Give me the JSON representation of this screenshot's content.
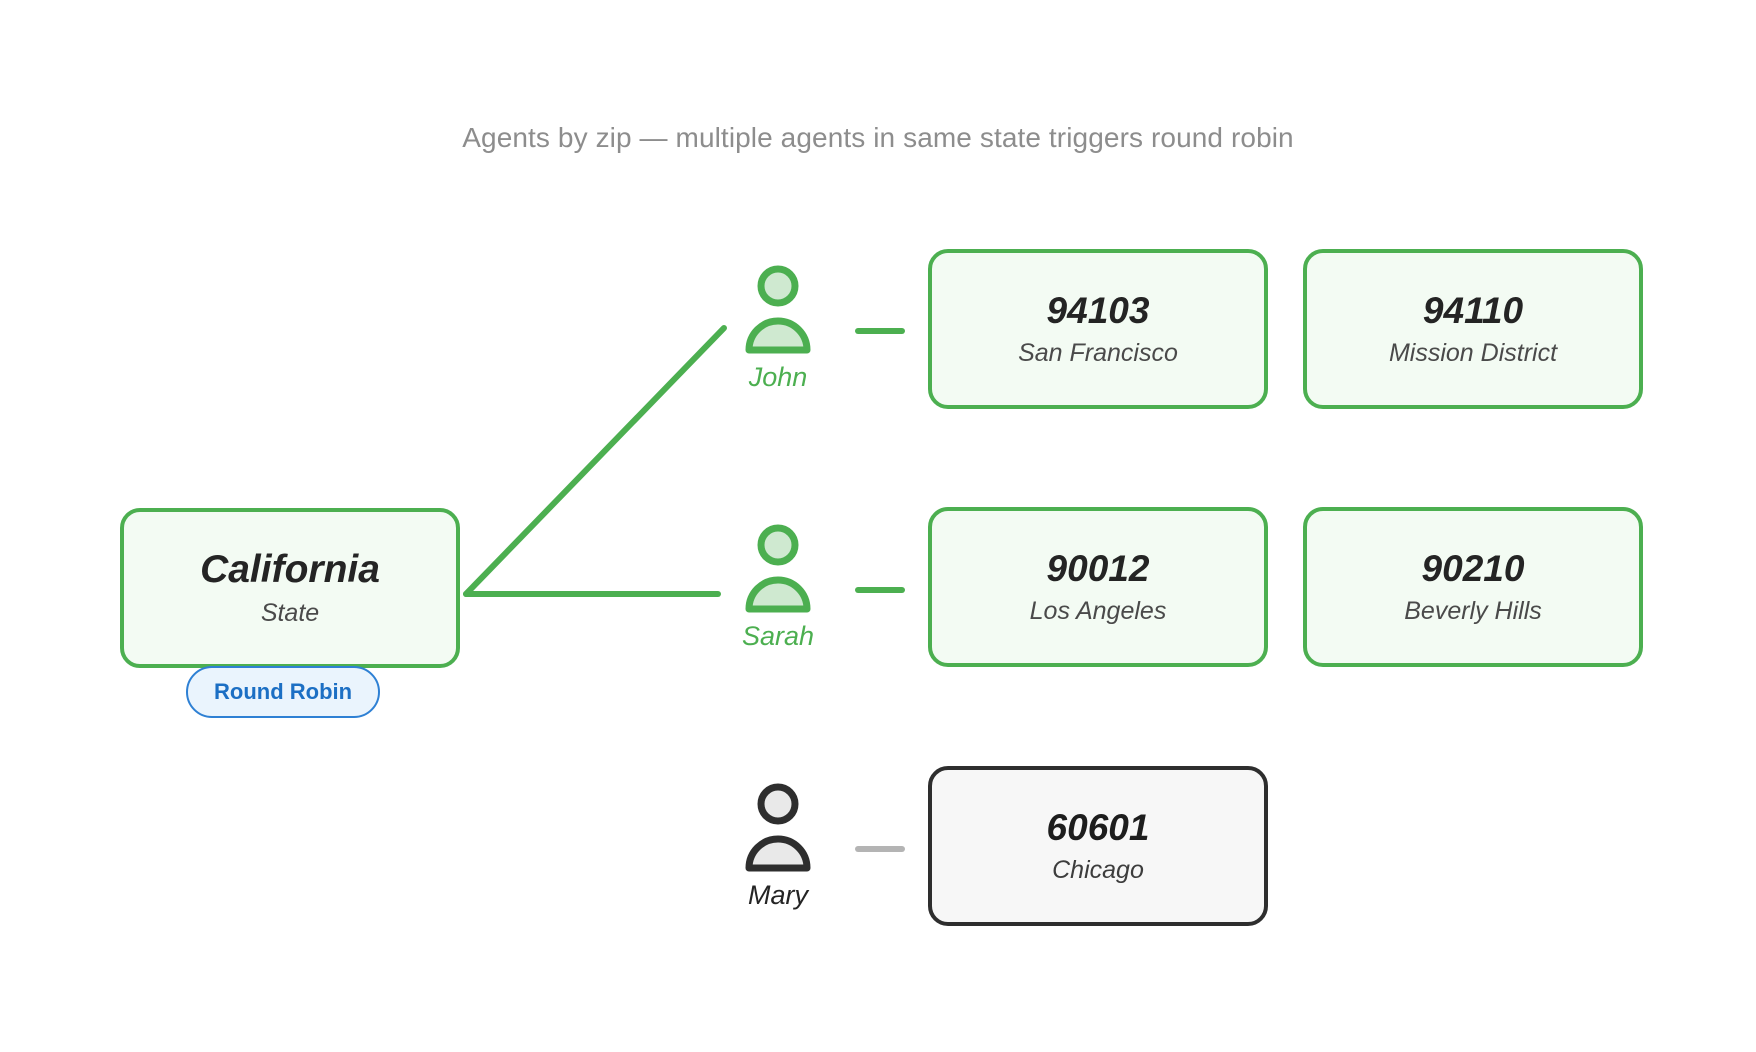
{
  "title": "Agents by zip — multiple agents in same state triggers round robin",
  "colors": {
    "active_green": "#4CAF50",
    "card_fill_green": "#F3FBF3",
    "inactive_border": "#2E2E2E",
    "inactive_fill": "#F7F7F7",
    "inactive_line": "#B4B4B4",
    "badge_blue": "#1C6FC4",
    "badge_border": "#2E80D4",
    "badge_fill": "#EAF4FD",
    "title_gray": "#8D8D8D"
  },
  "state_node": {
    "name": "California",
    "type_label": "State",
    "badge": "Round Robin",
    "status": "active"
  },
  "agents": [
    {
      "name": "John",
      "icon": "person-icon",
      "status": "active"
    },
    {
      "name": "Sarah",
      "icon": "person-icon",
      "status": "active"
    },
    {
      "name": "Mary",
      "icon": "person-icon",
      "status": "inactive"
    }
  ],
  "zip_cards": [
    {
      "zip": "94103",
      "city": "San Francisco",
      "agent": "John",
      "status": "active"
    },
    {
      "zip": "94110",
      "city": "Mission District",
      "agent": "John",
      "status": "active"
    },
    {
      "zip": "90012",
      "city": "Los Angeles",
      "agent": "Sarah",
      "status": "active"
    },
    {
      "zip": "90210",
      "city": "Beverly Hills",
      "agent": "Sarah",
      "status": "active"
    },
    {
      "zip": "60601",
      "city": "Chicago",
      "agent": "Mary",
      "status": "inactive"
    }
  ],
  "edges": [
    {
      "from": "California",
      "to": "John",
      "style": "active"
    },
    {
      "from": "California",
      "to": "Sarah",
      "style": "active"
    },
    {
      "from": "John",
      "to": "94103",
      "style": "active"
    },
    {
      "from": "Sarah",
      "to": "90012",
      "style": "active"
    },
    {
      "from": "Mary",
      "to": "60601",
      "style": "inactive"
    }
  ]
}
